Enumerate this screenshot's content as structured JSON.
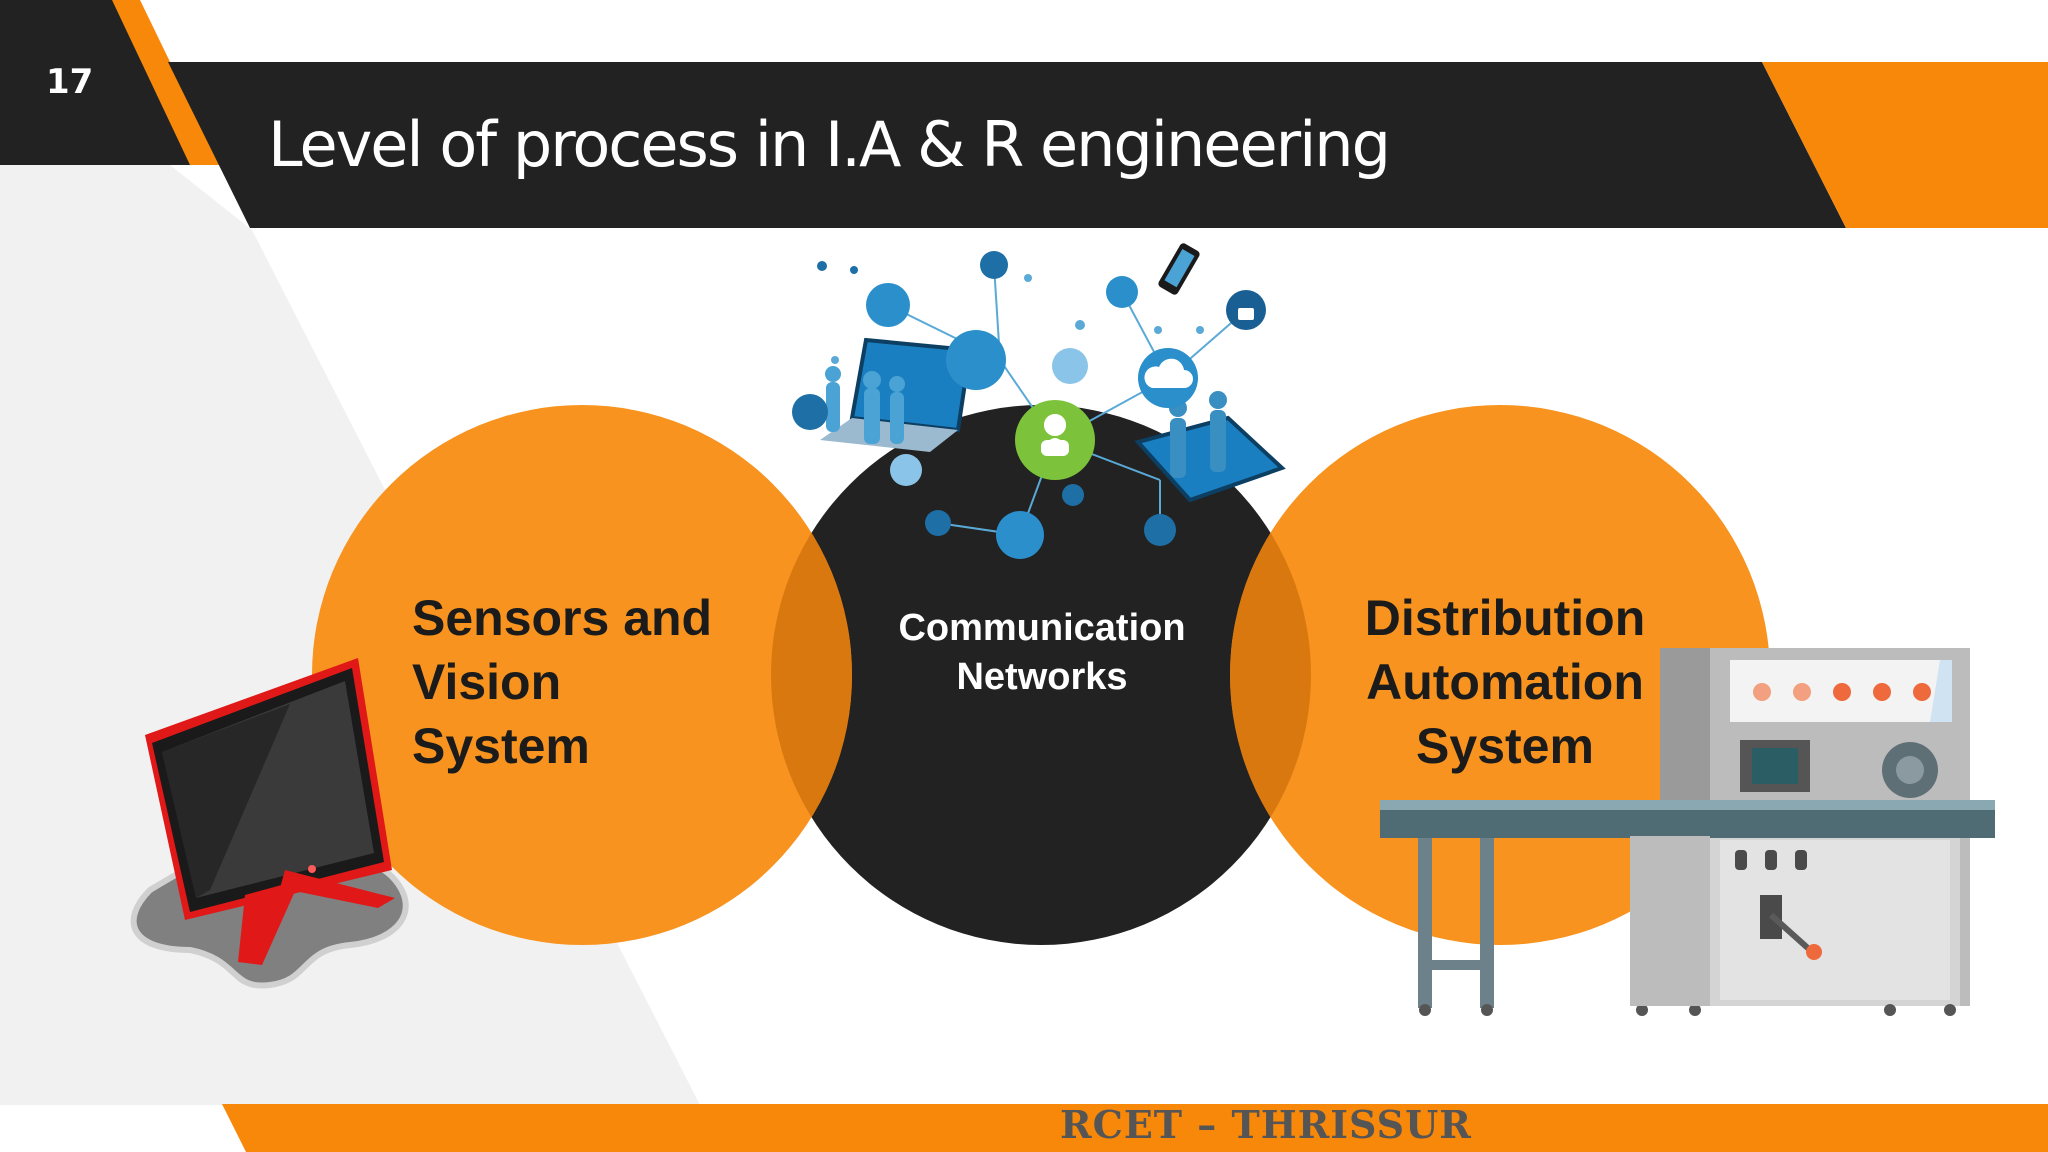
{
  "slide": {
    "number": "17",
    "title": "Level of process in I.A & R engineering"
  },
  "diagram": {
    "left": {
      "lines": [
        "Sensors and",
        "Vision",
        "System"
      ],
      "icon": "monitor-icon"
    },
    "center": {
      "lines": [
        "Communication",
        "Networks"
      ],
      "icon": "network-icon"
    },
    "right": {
      "lines": [
        "Distribution",
        "Automation",
        "System"
      ],
      "icon": "machine-icon"
    }
  },
  "footer": {
    "text": "RCET – THRISSUR"
  },
  "colors": {
    "orange": "#f7931e",
    "dark": "#222222",
    "overlap": "#d9780f",
    "footer_orange": "#f7880a",
    "light_gray": "#f1f1f1",
    "network_blue": "#1e88b8",
    "network_green": "#7cc33b"
  }
}
